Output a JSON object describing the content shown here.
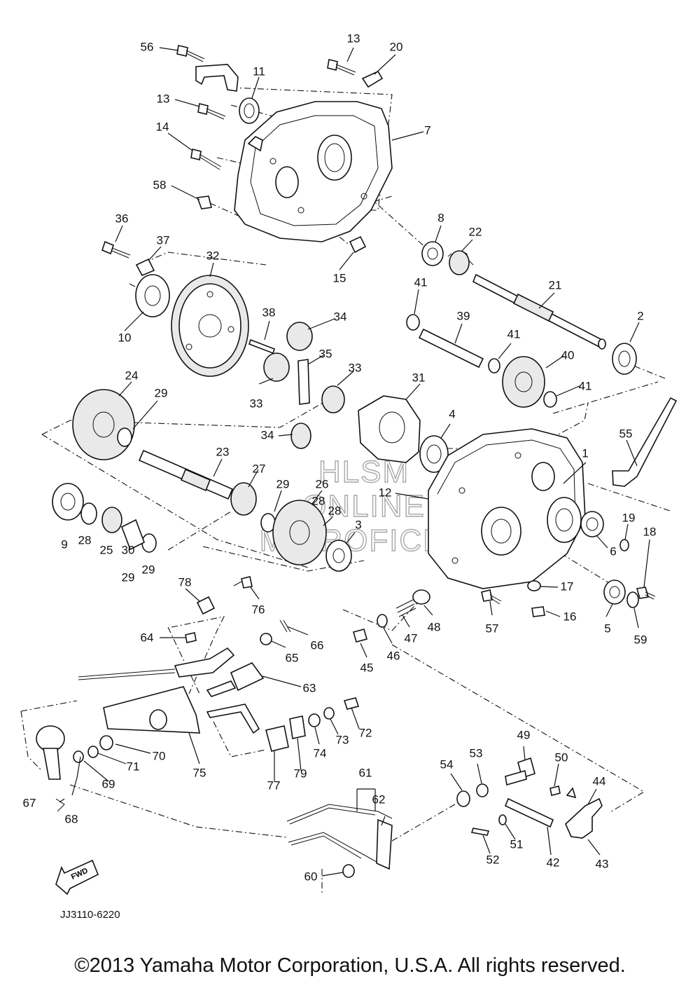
{
  "figure_code": "JJ3110-6220",
  "watermark": [
    "HLSM",
    "ONLINE",
    "MICROFICHE"
  ],
  "fwd_label": "FWD",
  "copyright": "©2013 Yamaha Motor Corporation, U.S.A. All rights reserved.",
  "part_numbers": [
    "1",
    "2",
    "3",
    "4",
    "5",
    "6",
    "7",
    "8",
    "9",
    "10",
    "11",
    "12",
    "13",
    "13",
    "14",
    "15",
    "16",
    "17",
    "18",
    "19",
    "20",
    "21",
    "22",
    "23",
    "24",
    "25",
    "26",
    "27",
    "28",
    "28",
    "28",
    "29",
    "29",
    "29",
    "29",
    "30",
    "31",
    "32",
    "33",
    "33",
    "34",
    "34",
    "35",
    "36",
    "37",
    "38",
    "39",
    "40",
    "41",
    "41",
    "41",
    "42",
    "43",
    "44",
    "45",
    "46",
    "47",
    "48",
    "49",
    "50",
    "51",
    "52",
    "53",
    "54",
    "55",
    "56",
    "57",
    "58",
    "59",
    "60",
    "61",
    "62",
    "63",
    "64",
    "65",
    "66",
    "67",
    "68",
    "69",
    "70",
    "71",
    "72",
    "73",
    "74",
    "75",
    "76",
    "77",
    "78",
    "79"
  ]
}
